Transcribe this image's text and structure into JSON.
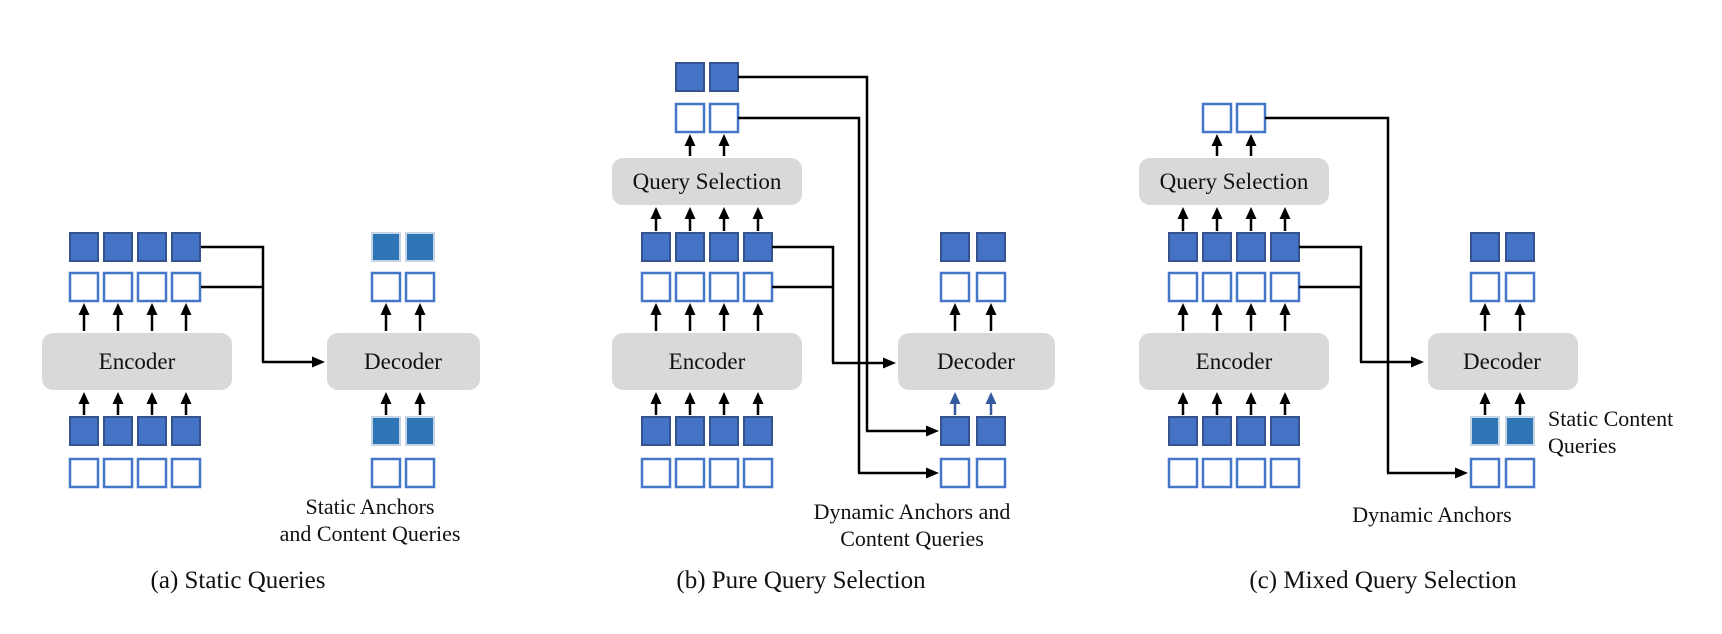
{
  "figure": {
    "colors": {
      "query_blue": "#4472C4",
      "query_blue_border": "#35548F",
      "output_blue": "#2E75B6",
      "output_blue_border": "#C6D5E5",
      "outline_blue": "#4577C9",
      "box_gray": "#D9D9D9",
      "line_black": "#000000",
      "arrow_blue": "#35599F"
    },
    "panel_a": {
      "caption": "(a) Static Queries",
      "encoder": "Encoder",
      "decoder": "Decoder",
      "annotation_line1": "Static Anchors",
      "annotation_line2": "and Content Queries"
    },
    "panel_b": {
      "caption": "(b) Pure Query Selection",
      "encoder": "Encoder",
      "decoder": "Decoder",
      "query_selection": "Query Selection",
      "annotation_line1": "Dynamic Anchors and",
      "annotation_line2": "Content Queries"
    },
    "panel_c": {
      "caption": "(c) Mixed Query Selection",
      "encoder": "Encoder",
      "decoder": "Decoder",
      "query_selection": "Query Selection",
      "annotation": "Dynamic Anchors",
      "side_annotation_line1": "Static Content",
      "side_annotation_line2": "Queries"
    }
  }
}
